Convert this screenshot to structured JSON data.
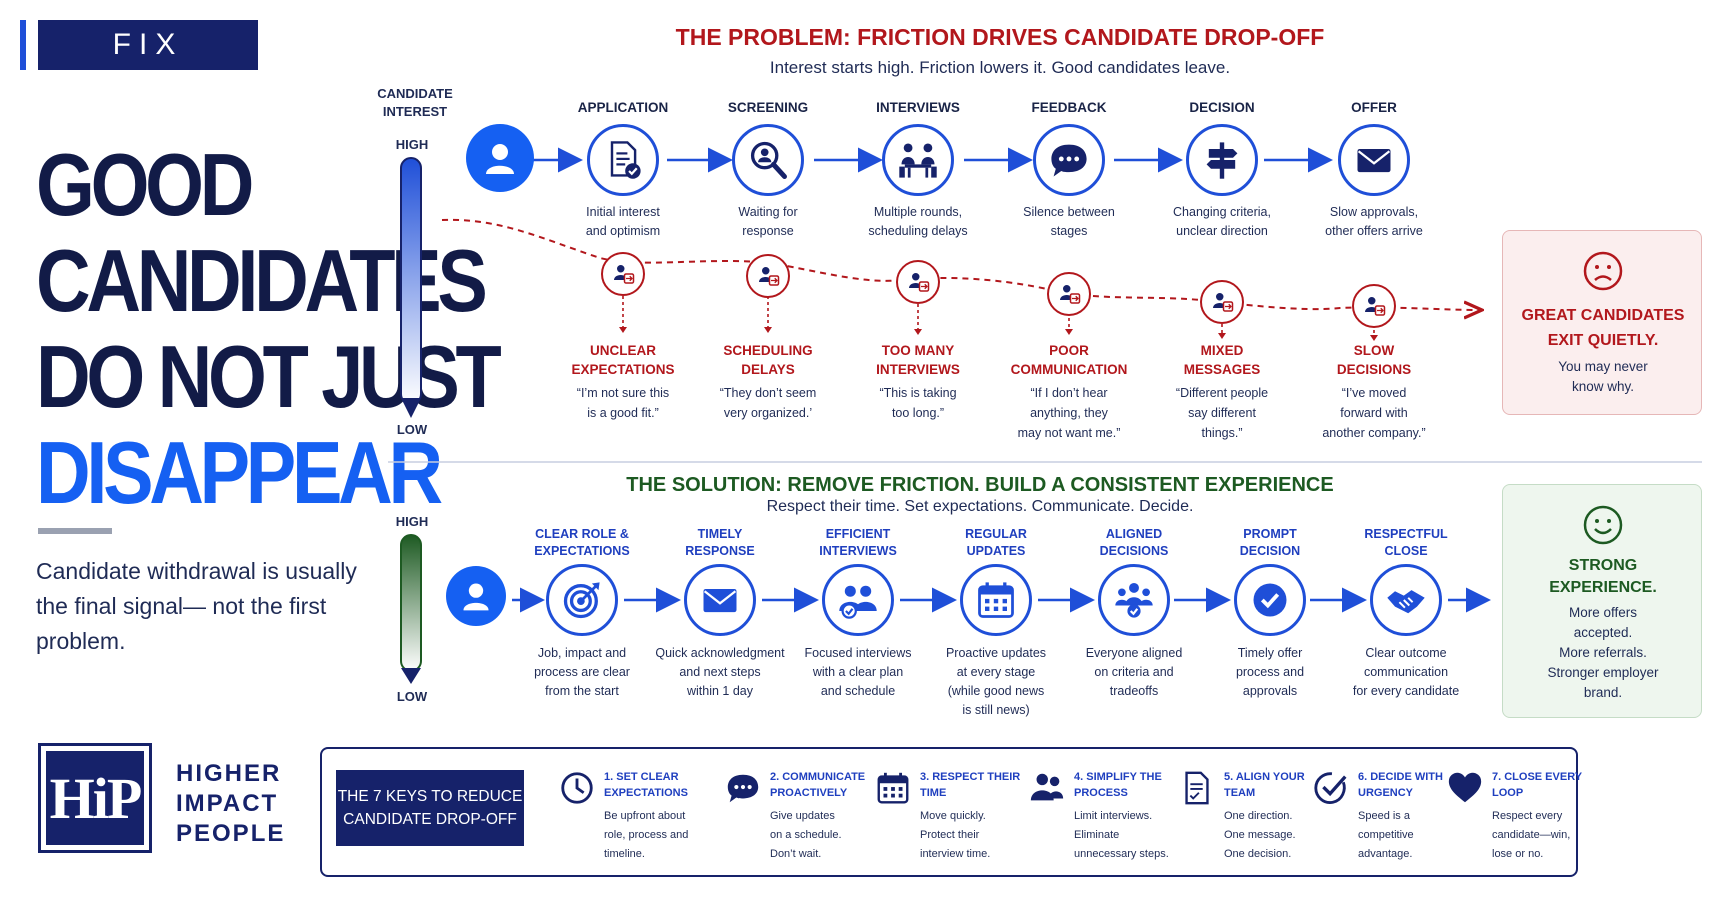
{
  "badge": "FIX",
  "headline": {
    "line1": "GOOD",
    "line2": "CANDIDATES",
    "line3": "DO NOT JUST",
    "line4": "DISAPPEAR"
  },
  "subtext": "Candidate withdrawal is usually the final signal— not the first problem.",
  "brand": {
    "logo": "HiP",
    "line1": "HIGHER",
    "line2": "IMPACT",
    "line3": "PEOPLE"
  },
  "problem": {
    "title": "THE PROBLEM: FRICTION DRIVES CANDIDATE DROP-OFF",
    "subtitle": "Interest starts high. Friction lowers it. Good candidates leave.",
    "scale": {
      "label_line1": "CANDIDATE",
      "label_line2": "INTEREST",
      "high": "HIGH",
      "low": "LOW"
    },
    "stages": [
      {
        "title": "APPLICATION",
        "icon": "document-check-icon",
        "desc1": "Initial interest",
        "desc2": "and optimism"
      },
      {
        "title": "SCREENING",
        "icon": "magnifier-person-icon",
        "desc1": "Waiting for",
        "desc2": "response"
      },
      {
        "title": "INTERVIEWS",
        "icon": "interview-table-icon",
        "desc1": "Multiple rounds,",
        "desc2": "scheduling delays"
      },
      {
        "title": "FEEDBACK",
        "icon": "chat-bubble-icon",
        "desc1": "Silence between",
        "desc2": "stages"
      },
      {
        "title": "DECISION",
        "icon": "signpost-icon",
        "desc1": "Changing criteria,",
        "desc2": "unclear direction"
      },
      {
        "title": "OFFER",
        "icon": "envelope-icon",
        "desc1": "Slow approvals,",
        "desc2": "other offers arrive"
      }
    ],
    "frictions": [
      {
        "title1": "UNCLEAR",
        "title2": "EXPECTATIONS",
        "q1": "“I’m not sure this",
        "q2": "is a good fit.”",
        "q3": ""
      },
      {
        "title1": "SCHEDULING",
        "title2": "DELAYS",
        "q1": "“They don’t seem",
        "q2": "very organized.’",
        "q3": ""
      },
      {
        "title1": "TOO MANY",
        "title2": "INTERVIEWS",
        "q1": "“This is taking",
        "q2": "too long.”",
        "q3": ""
      },
      {
        "title1": "POOR",
        "title2": "COMMUNICATION",
        "q1": "“If I don’t hear",
        "q2": "anything, they",
        "q3": "may not want me.”"
      },
      {
        "title1": "MIXED",
        "title2": "MESSAGES",
        "q1": "“Different people",
        "q2": "say different",
        "q3": "things.”"
      },
      {
        "title1": "SLOW",
        "title2": "DECISIONS",
        "q1": "“I’ve moved",
        "q2": "forward with",
        "q3": "another company.”"
      }
    ],
    "outcome": {
      "title1": "GREAT CANDIDATES",
      "title2": "EXIT QUIETLY.",
      "sub1": "You may never",
      "sub2": "know why."
    }
  },
  "solution": {
    "title": "THE SOLUTION: REMOVE FRICTION. BUILD A CONSISTENT EXPERIENCE",
    "subtitle": "Respect their time. Set expectations. Communicate. Decide.",
    "scale": {
      "high": "HIGH",
      "low": "LOW"
    },
    "stages": [
      {
        "title1": "CLEAR ROLE &",
        "title2": "EXPECTATIONS",
        "icon": "target-icon",
        "d1": "Job, impact and",
        "d2": "process are clear",
        "d3": "from the start",
        "d4": ""
      },
      {
        "title1": "TIMELY",
        "title2": "RESPONSE",
        "icon": "envelope-icon",
        "d1": "Quick acknowledgment",
        "d2": "and next steps",
        "d3": "within 1 day",
        "d4": ""
      },
      {
        "title1": "EFFICIENT",
        "title2": "INTERVIEWS",
        "icon": "people-check-icon",
        "d1": "Focused interviews",
        "d2": "with a clear plan",
        "d3": "and schedule",
        "d4": ""
      },
      {
        "title1": "REGULAR",
        "title2": "UPDATES",
        "icon": "calendar-icon",
        "d1": "Proactive updates",
        "d2": "at every stage",
        "d3": "(while good news",
        "d4": "is still news)"
      },
      {
        "title1": "ALIGNED",
        "title2": "DECISIONS",
        "icon": "team-check-icon",
        "d1": "Everyone aligned",
        "d2": "on criteria and",
        "d3": "tradeoffs",
        "d4": ""
      },
      {
        "title1": "PROMPT",
        "title2": "DECISION",
        "icon": "badge-check-icon",
        "d1": "Timely offer",
        "d2": "process and",
        "d3": "approvals",
        "d4": ""
      },
      {
        "title1": "RESPECTFUL",
        "title2": "CLOSE",
        "icon": "handshake-icon",
        "d1": "Clear outcome",
        "d2": "communication",
        "d3": "for every candidate",
        "d4": ""
      }
    ],
    "outcome": {
      "title1": "STRONG",
      "title2": "EXPERIENCE.",
      "s1": "More offers",
      "s2": "accepted.",
      "s3": "More referrals.",
      "s4": "Stronger employer",
      "s5": "brand."
    }
  },
  "keys": {
    "title1": "THE 7 KEYS TO REDUCE",
    "title2": "CANDIDATE DROP-OFF",
    "items": [
      {
        "icon": "clock-icon",
        "t1": "1. SET CLEAR",
        "t2": "EXPECTATIONS",
        "d1": "Be upfront about",
        "d2": "role, process and",
        "d3": "timeline."
      },
      {
        "icon": "chat-bubble-icon",
        "t1": "2. COMMUNICATE",
        "t2": "PROACTIVELY",
        "d1": "Give updates",
        "d2": "on a schedule.",
        "d3": "Don’t wait."
      },
      {
        "icon": "calendar-icon",
        "t1": "3. RESPECT THEIR",
        "t2": "TIME",
        "d1": "Move quickly.",
        "d2": "Protect their",
        "d3": "interview time."
      },
      {
        "icon": "people-icon",
        "t1": "4. SIMPLIFY THE",
        "t2": "PROCESS",
        "d1": "Limit interviews.",
        "d2": "Eliminate",
        "d3": "unnecessary steps."
      },
      {
        "icon": "document-icon",
        "t1": "5. ALIGN YOUR",
        "t2": "TEAM",
        "d1": "One direction.",
        "d2": "One message.",
        "d3": "One decision."
      },
      {
        "icon": "check-circle-icon",
        "t1": "6. DECIDE WITH",
        "t2": "URGENCY",
        "d1": "Speed is a",
        "d2": "competitive",
        "d3": "advantage."
      },
      {
        "icon": "heart-icon",
        "t1": "7. CLOSE EVERY",
        "t2": "LOOP",
        "d1": "Respect every",
        "d2": "candidate—win,",
        "d3": "lose or no."
      }
    ]
  },
  "colors": {
    "navy": "#16226a",
    "blue": "#1f4fd8",
    "bright_blue": "#1560f2",
    "red": "#b2171c",
    "green": "#1d5a22"
  }
}
